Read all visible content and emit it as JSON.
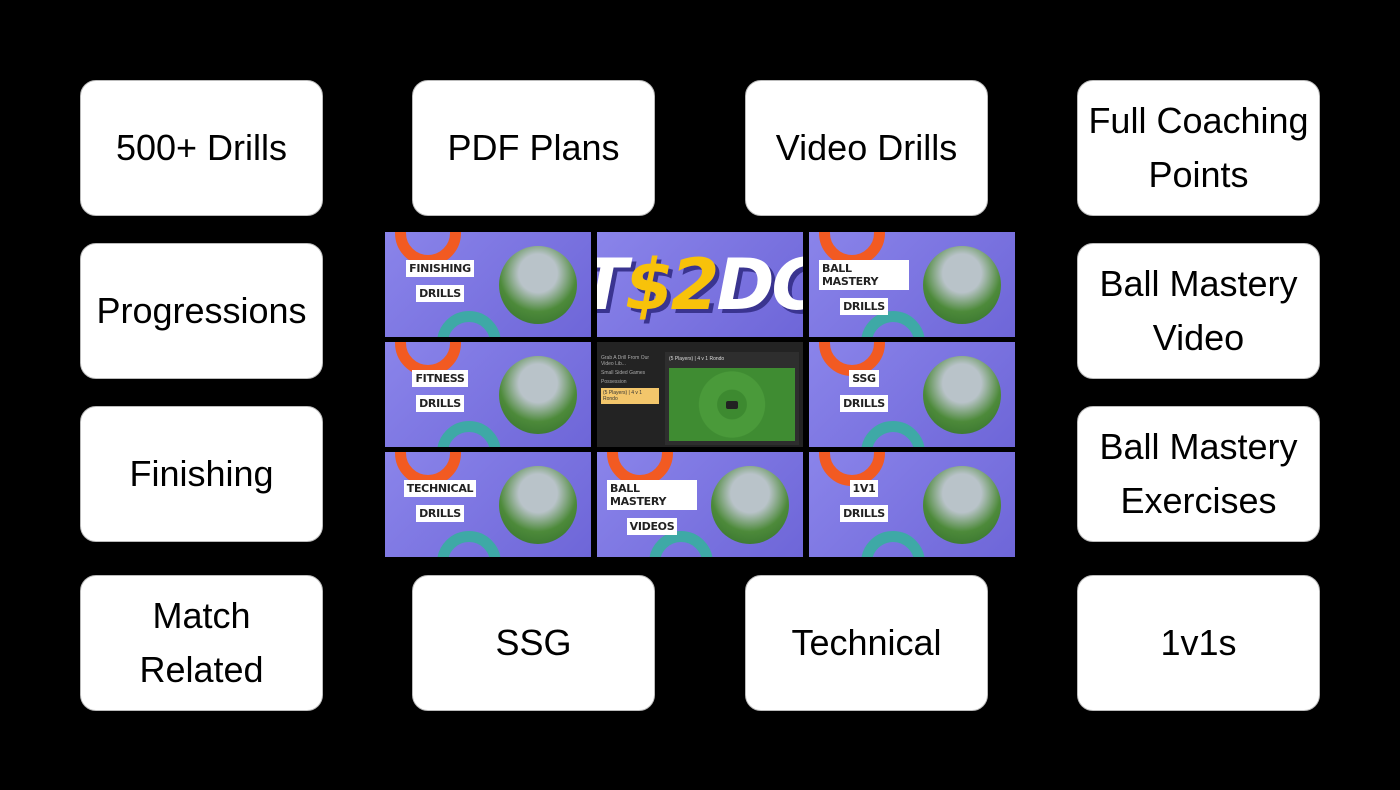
{
  "boxes": [
    {
      "label": "500+ Drills"
    },
    {
      "label": "PDF Plans"
    },
    {
      "label": "Video Drills"
    },
    {
      "label": "Full Coaching\nPoints"
    },
    {
      "label": "Progressions"
    },
    {
      "label": "Ball Mastery\nVideo"
    },
    {
      "label": "Finishing"
    },
    {
      "label": "Ball Mastery\nExercises"
    },
    {
      "label": "Match\nRelated"
    },
    {
      "label": "SSG"
    },
    {
      "label": "Technical"
    },
    {
      "label": "1v1s"
    }
  ],
  "tiles": {
    "finishing": {
      "line1": "FINISHING",
      "line2": "DRILLS"
    },
    "logo": {
      "part1": "T",
      "part2": "$2",
      "part3": "DC"
    },
    "ball_mastery": {
      "line1": "BALL MASTERY",
      "line2": "DRILLS"
    },
    "fitness": {
      "line1": "FITNESS",
      "line2": "DRILLS"
    },
    "app": {
      "list_title": "Grab A Drill From Our Video Lib...",
      "section1": "Small Sided Games",
      "section2": "Possession",
      "selected_item": "(5 Players) | 4 v 1 Rondo",
      "panel_title": "(5 Players) | 4 v 1 Rondo"
    },
    "ssg": {
      "line1": "SSG",
      "line2": "DRILLS"
    },
    "technical": {
      "line1": "TECHNICAL",
      "line2": "DRILLS"
    },
    "ball_mastery_videos": {
      "line1": "BALL MASTERY",
      "line2": "VIDEOS"
    },
    "onevone": {
      "line1": "1V1",
      "line2": "DRILLS"
    }
  },
  "colors": {
    "background": "#000000",
    "tile": "#7b74e0",
    "orange": "#f25a22",
    "teal": "#3ea9a6",
    "logo_yellow": "#f8c20a"
  }
}
